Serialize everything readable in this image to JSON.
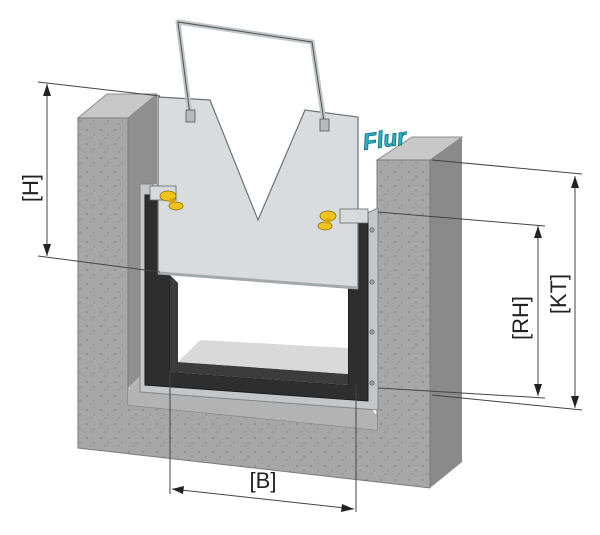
{
  "brand": {
    "text": "Flur",
    "color": "#2ab3c4"
  },
  "dimensions": {
    "height": "[H]",
    "width": "[B]",
    "rh": "[RH]",
    "kt": "[KT]"
  },
  "colors": {
    "concrete_front": "#a9a9a9",
    "concrete_side": "#8a8a8a",
    "concrete_top": "#c4c4c4",
    "plate": "#d8dcde",
    "seal": "#2e2e2e",
    "frame": "#c9cdd0",
    "bolt": "#f0c41c"
  }
}
